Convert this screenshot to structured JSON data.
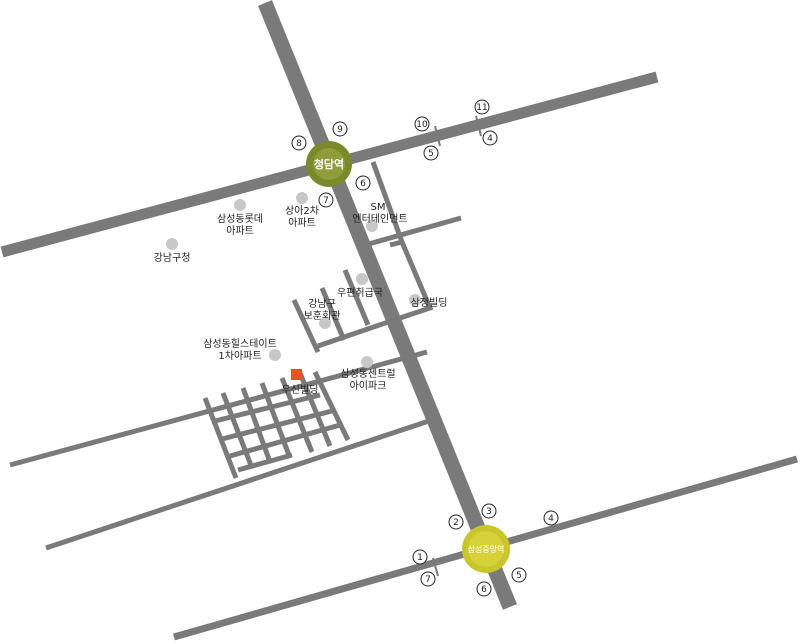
{
  "stations": {
    "cheongdam": {
      "name": "청담역",
      "ring_color": "#7a8a2a",
      "exits": [
        "8",
        "9",
        "6",
        "7",
        "10",
        "11",
        "5",
        "4"
      ]
    },
    "samseong_jungang": {
      "name": "삼성중앙역",
      "ring_color": "#c9c52a",
      "exits": [
        "2",
        "3",
        "1",
        "7",
        "6",
        "5",
        "4"
      ]
    }
  },
  "landmarks": {
    "samsung_lotte_1": "삼성동롯데",
    "samsung_lotte_2": "아파트",
    "sanga_1": "상아2차",
    "sanga_2": "아파트",
    "sm_1": "SM",
    "sm_2": "엔터테인먼트",
    "gangnam_office": "강남구청",
    "post_office": "우편취급국",
    "samjeong": "삼정빌딩",
    "bohun_1": "강남구",
    "bohun_2": "보훈회관",
    "hills_1": "삼성동힐스테이트",
    "hills_2": "1차아파트",
    "central_1": "삼성동센트럴",
    "central_2": "아이파크",
    "target": "우신빌딩"
  },
  "colors": {
    "road": "#7a7a7a",
    "poi": "#c8c8c8",
    "target": "#e8541c"
  }
}
